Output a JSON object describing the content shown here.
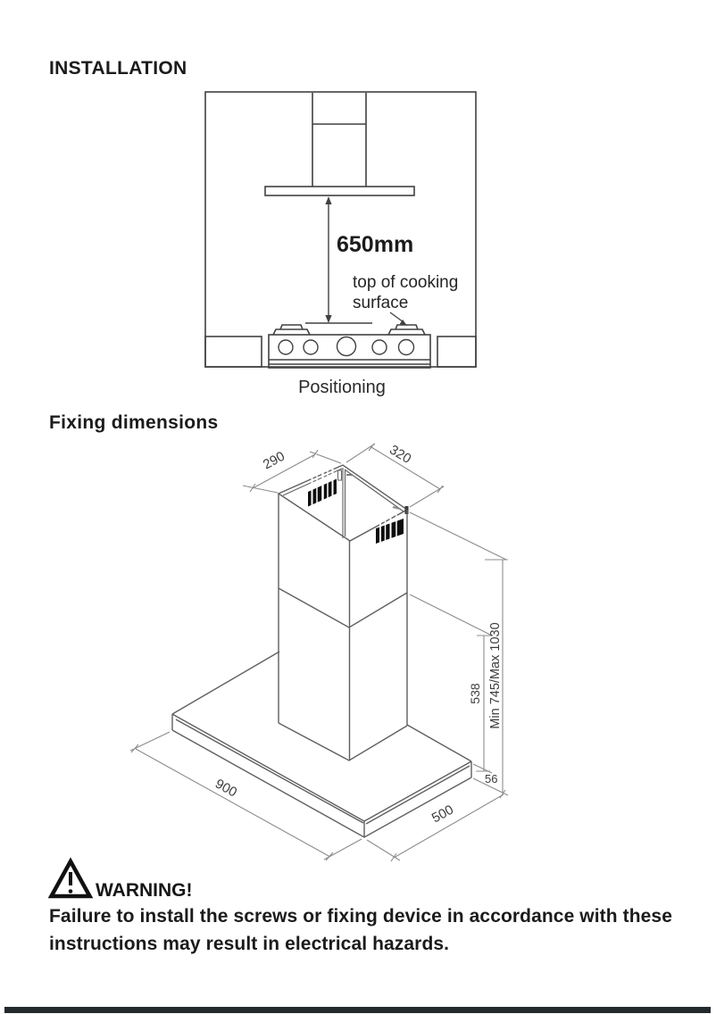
{
  "header": {
    "title": "INSTALLATION"
  },
  "positioning": {
    "caption": "Positioning",
    "clearance": "650mm",
    "surface_note_line1": "top of cooking",
    "surface_note_line2": "surface"
  },
  "fixing": {
    "heading": "Fixing dimensions",
    "dims": {
      "top_width": "290",
      "top_depth": "320",
      "chimney_lower": "538",
      "height_range": "Min 745/Max 1030",
      "canopy_thickness": "56",
      "canopy_width": "900",
      "canopy_depth": "500"
    }
  },
  "warning": {
    "title": "WARNING!",
    "body": "Failure to install the screws or fixing device in accordance with these instructions may result in electrical hazards."
  },
  "colors": {
    "ink": "#1d1d1d",
    "diagram_line": "#414141",
    "iso_line": "#5f5f5f",
    "dimension_line": "#8c8c8c",
    "footer_bar": "#24292d"
  }
}
